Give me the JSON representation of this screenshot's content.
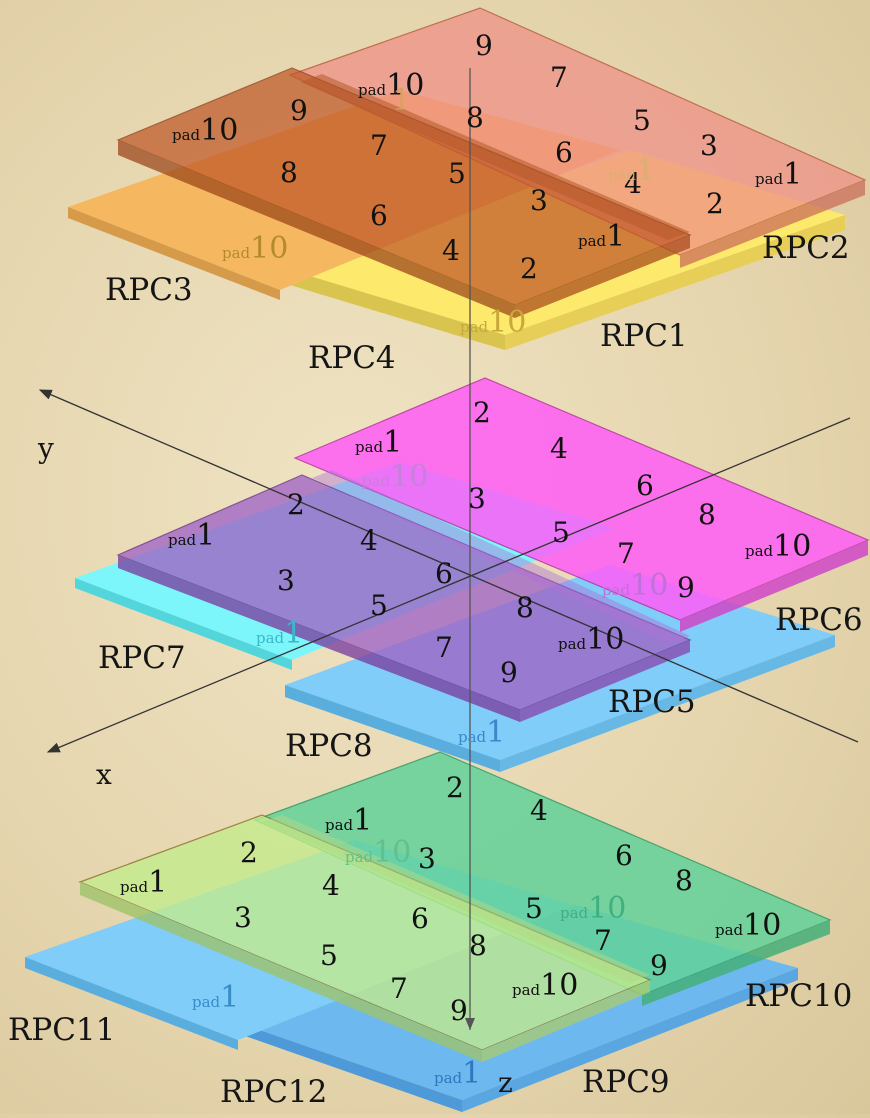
{
  "axes": {
    "x": "x",
    "y": "y",
    "z": "z"
  },
  "colors": {
    "yellow": "#fde96b",
    "orange": "#f5b860",
    "salmon": "#f08f86",
    "rust": "#c05828",
    "magenta": "#ff5df7",
    "violet": "#a064c6",
    "cyan": "#7df6fb",
    "skyblue": "#7fcdf8",
    "green": "#63d29a",
    "lime": "#c3ec8c",
    "blue": "#6db8ef"
  },
  "chambers": [
    {
      "label": "RPC1",
      "color": "#fde96b",
      "pad_label": {
        "prefix": "pad",
        "number": "10"
      }
    },
    {
      "label": "RPC2",
      "color": "#f08f86",
      "numbers": [
        "9",
        "7",
        "5",
        "3"
      ],
      "pad_labels": [
        {
          "prefix": "pad",
          "number": "10"
        },
        {
          "prefix": "pad",
          "number": "1"
        }
      ]
    },
    {
      "label": "RPC3",
      "color": "#f5b860",
      "pad_label": {
        "prefix": "pad",
        "number": "10"
      }
    },
    {
      "label": "RPC4",
      "color": "#c05828",
      "numbers": [
        "9",
        "8",
        "7",
        "6",
        "5",
        "4",
        "3",
        "2",
        "8",
        "6",
        "4",
        "2"
      ],
      "pad_labels": [
        {
          "prefix": "pad",
          "number": "10"
        },
        {
          "prefix": "pad",
          "number": "1"
        },
        {
          "prefix": "pad",
          "number": "1"
        },
        {
          "prefix": "pad",
          "number": "1"
        }
      ]
    },
    {
      "label": "RPC5",
      "color": "#a064c6",
      "numbers": [
        "2",
        "3",
        "4",
        "5",
        "6",
        "7",
        "8",
        "9"
      ],
      "pad_labels": [
        {
          "prefix": "pad",
          "number": "1"
        },
        {
          "prefix": "pad",
          "number": "10"
        }
      ]
    },
    {
      "label": "RPC6",
      "color": "#ff5df7",
      "numbers": [
        "2",
        "3",
        "4",
        "5",
        "6",
        "7",
        "8",
        "9"
      ],
      "pad_labels": [
        {
          "prefix": "pad",
          "number": "1"
        },
        {
          "prefix": "pad",
          "number": "10"
        },
        {
          "prefix": "pad",
          "number": "10"
        },
        {
          "prefix": "pad",
          "number": "10"
        }
      ]
    },
    {
      "label": "RPC7",
      "color": "#7df6fb",
      "pad_label": {
        "prefix": "pad",
        "number": "1"
      }
    },
    {
      "label": "RPC8",
      "color": "#7fcdf8",
      "pad_label": {
        "prefix": "pad",
        "number": "1"
      }
    },
    {
      "label": "RPC9",
      "color": "#6db8ef",
      "pad_label": {
        "prefix": "pad",
        "number": "1"
      }
    },
    {
      "label": "RPC10",
      "color": "#63d29a",
      "numbers": [
        "2",
        "3",
        "4",
        "5",
        "6",
        "7",
        "8",
        "9"
      ],
      "pad_labels": [
        {
          "prefix": "pad",
          "number": "1"
        },
        {
          "prefix": "pad",
          "number": "10"
        },
        {
          "prefix": "pad",
          "number": "10"
        },
        {
          "prefix": "pad",
          "number": "10"
        }
      ]
    },
    {
      "label": "RPC11",
      "color": "#7fcdf8",
      "pad_label": {
        "prefix": "pad",
        "number": "1"
      }
    },
    {
      "label": "RPC12",
      "color": "#c3ec8c",
      "numbers": [
        "2",
        "3",
        "4",
        "5",
        "6",
        "7",
        "8",
        "9"
      ],
      "pad_labels": [
        {
          "prefix": "pad",
          "number": "1"
        },
        {
          "prefix": "pad",
          "number": "10"
        }
      ]
    }
  ]
}
